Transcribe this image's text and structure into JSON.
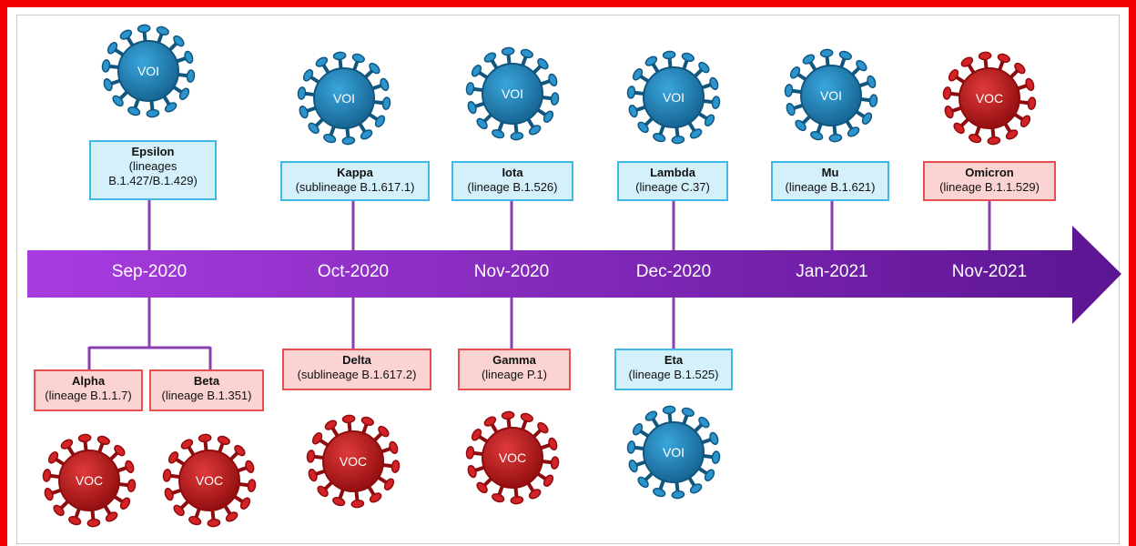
{
  "colors": {
    "border": "#f20000",
    "arrow": "#7b1fb8",
    "voi_virus": "#1f7fb6",
    "voc_virus": "#c2161a",
    "voi_box_fill": "#d4f0fb",
    "voc_box_fill": "#fbd3d3",
    "connector": "#8a3fb0"
  },
  "timeline": {
    "dates": [
      "Sep-2020",
      "Oct-2020",
      "Nov-2020",
      "Dec-2020",
      "Jan-2021",
      "Nov-2021"
    ]
  },
  "variants": [
    {
      "id": "epsilon",
      "name": "Epsilon",
      "lineage_lines": [
        "(lineages",
        "B.1.427/B.1.429)"
      ],
      "type": "VOI",
      "virus_label": "VOI",
      "position": "above",
      "date_index": 0
    },
    {
      "id": "kappa",
      "name": "Kappa",
      "lineage_lines": [
        "(sublineage B.1.617.1)"
      ],
      "type": "VOI",
      "virus_label": "VOI",
      "position": "above",
      "date_index": 1
    },
    {
      "id": "iota",
      "name": "Iota",
      "lineage_lines": [
        "(lineage B.1.526)"
      ],
      "type": "VOI",
      "virus_label": "VOI",
      "position": "above",
      "date_index": 2
    },
    {
      "id": "lambda",
      "name": "Lambda",
      "lineage_lines": [
        "(lineage C.37)"
      ],
      "type": "VOI",
      "virus_label": "VOI",
      "position": "above",
      "date_index": 3
    },
    {
      "id": "mu",
      "name": "Mu",
      "lineage_lines": [
        "(lineage B.1.621)"
      ],
      "type": "VOI",
      "virus_label": "VOI",
      "position": "above",
      "date_index": 4
    },
    {
      "id": "omicron",
      "name": "Omicron",
      "lineage_lines": [
        "(lineage B.1.1.529)"
      ],
      "type": "VOC",
      "virus_label": "VOC",
      "position": "above",
      "date_index": 5
    },
    {
      "id": "alpha",
      "name": "Alpha",
      "lineage_lines": [
        "(lineage B.1.1.7)"
      ],
      "type": "VOC",
      "virus_label": "VOC",
      "position": "below",
      "date_index": 0
    },
    {
      "id": "beta",
      "name": "Beta",
      "lineage_lines": [
        "(lineage B.1.351)"
      ],
      "type": "VOC",
      "virus_label": "VOC",
      "position": "below",
      "date_index": 0
    },
    {
      "id": "delta",
      "name": "Delta",
      "lineage_lines": [
        "(sublineage B.1.617.2)"
      ],
      "type": "VOC",
      "virus_label": "VOC",
      "position": "below",
      "date_index": 1
    },
    {
      "id": "gamma",
      "name": "Gamma",
      "lineage_lines": [
        "(lineage P.1)"
      ],
      "type": "VOC",
      "virus_label": "VOC",
      "position": "below",
      "date_index": 2
    },
    {
      "id": "eta",
      "name": "Eta",
      "lineage_lines": [
        "(lineage B.1.525)"
      ],
      "type": "VOI",
      "virus_label": "VOI",
      "position": "below",
      "date_index": 3
    }
  ]
}
